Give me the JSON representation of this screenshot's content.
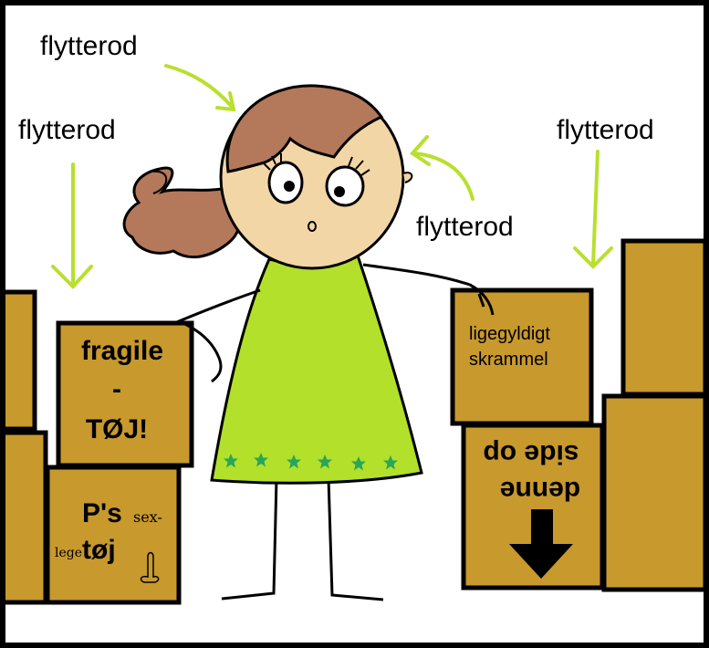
{
  "labels": {
    "flytterod_top": "flytterod",
    "flytterod_left": "flytterod",
    "flytterod_right": "flytterod",
    "flytterod_head": "flytterod"
  },
  "boxes": {
    "fragile_line1": "fragile",
    "fragile_line2": "-",
    "fragile_line3": "TØJ!",
    "ps_line1": "P's",
    "ps_sex": "sex-",
    "ps_lege": "lege",
    "ps_toej": "tøj",
    "ligegyldigt_line1": "ligegyldigt",
    "ligegyldigt_line2": "skrammel",
    "denne_line1": "denne",
    "denne_line2": "side op"
  },
  "colors": {
    "box": "#c8992c",
    "dress": "#b3e02a",
    "skin": "#f3d6a6",
    "hair": "#b4785a",
    "arrow": "#b8e02e",
    "star": "#2aa55a",
    "frame": "#000000"
  }
}
